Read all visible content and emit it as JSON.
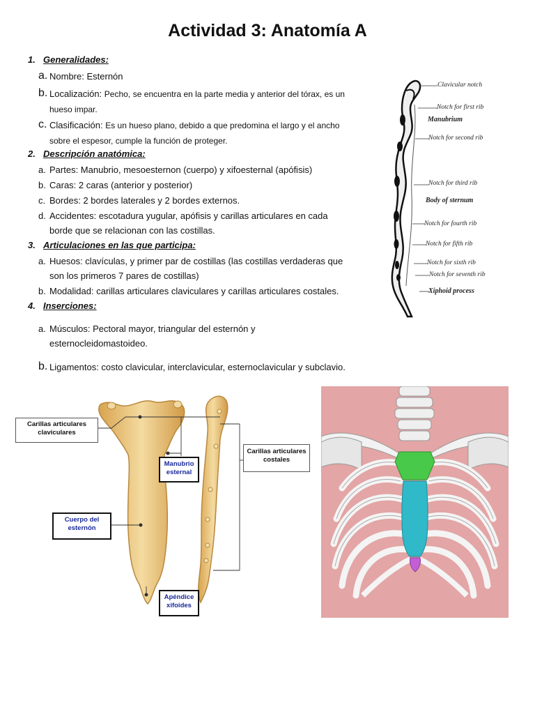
{
  "title": "Actividad 3: Anatomía A",
  "sections": [
    {
      "num": "1.",
      "heading": "Generalidades:",
      "items": [
        {
          "marker": "a.",
          "label": "Nombre:",
          "text": "Esternón"
        },
        {
          "marker": "b.",
          "label": "Localización:",
          "text": "Pecho,",
          "text2": "se encuentra en la parte media y anterior del tórax, es un",
          "line2": "hueso impar."
        },
        {
          "marker": "c.",
          "label": "Clasificación:",
          "text": "Es un hueso plano, debido a que predomina el largo y el ancho",
          "line2": "sobre el espesor, cumple la función de proteger."
        }
      ]
    },
    {
      "num": "2.",
      "heading": "Descripción anatómica:",
      "items": [
        {
          "marker": "a.",
          "text": "Partes: Manubrio, mesoesternon (cuerpo) y xifoesternal (apófisis)"
        },
        {
          "marker": "b.",
          "text": "Caras: 2 caras (anterior y posterior)"
        },
        {
          "marker": "c.",
          "text": "Bordes: 2 bordes laterales y 2 bordes externos."
        },
        {
          "marker": "d.",
          "text": "Accidentes: escotadura yugular, apófisis y carillas articulares en cada",
          "line2": "borde que se relacionan con las costillas."
        }
      ]
    },
    {
      "num": "3.",
      "heading": "Articulaciones en las que participa:",
      "items": [
        {
          "marker": "a.",
          "text": "Huesos: clavículas, y primer par de costillas (las costillas verdaderas que",
          "line2": "son los primeros 7 pares de costillas)"
        },
        {
          "marker": "b.",
          "text": "Modalidad: carillas articulares claviculares y carillas articulares costales."
        }
      ]
    },
    {
      "num": "4.",
      "heading": "Inserciones:",
      "items": [
        {
          "marker": "a.",
          "text": "Músculos: Pectoral mayor, triangular del esternón y",
          "line2": "esternocleidomastoideo."
        },
        {
          "marker": "b.",
          "text": "Ligamentos: costo clavicular, interclavicular, esternoclavicular y subclavio."
        }
      ]
    }
  ],
  "figure_top": {
    "labels": {
      "clavicular_notch": "Clavicular notch",
      "notch_first": "Notch for first rib",
      "manubrium": "Manubrium",
      "notch_second": "Notch for second rib",
      "notch_third": "Notch for third rib",
      "body": "Body of sternum",
      "notch_fourth": "Notch for fourth rib",
      "notch_fifth": "Notch for fifth rib",
      "notch_sixth": "Notch for sixth rib",
      "notch_seventh": "Notch for seventh rib",
      "xiphoid": "Xiphoid process"
    }
  },
  "figure_bottom": {
    "labels": {
      "carillas_claviculares_1": "Carillas articulares",
      "carillas_claviculares_2": "claviculares",
      "carillas_costales_1": "Carillas articulares",
      "carillas_costales_2": "costales",
      "manubrio_1": "Manubrio",
      "manubrio_2": "esternal",
      "cuerpo_1": "Cuerpo del",
      "cuerpo_2": "esternón",
      "apendice_1": "Apéndice",
      "apendice_2": "xifoides"
    }
  },
  "colors": {
    "bone": "#e8c47c",
    "rib_bg": "#e3a5a5",
    "manubrium": "#49c94a",
    "body": "#2fb9c9",
    "xiphoid": "#c25fd6"
  }
}
